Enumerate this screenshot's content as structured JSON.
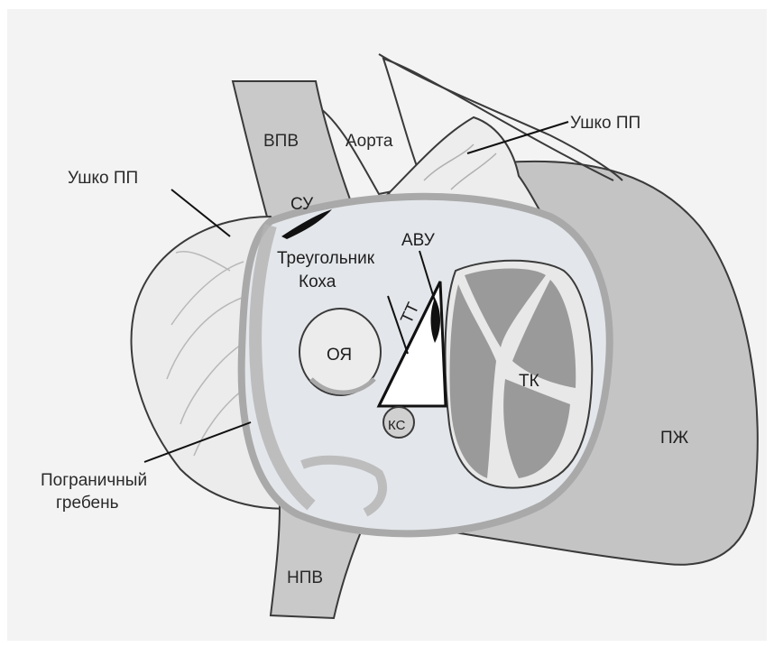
{
  "diagram": {
    "labels": {
      "svc": "ВПВ",
      "aorta": "Аорта",
      "ra_appendage_right": "Ушко ПП",
      "ra_appendage_left": "Ушко ПП",
      "sa_node": "СУ",
      "av_node": "АВУ",
      "koch_triangle_line1": "Треугольник",
      "koch_triangle_line2": "Коха",
      "tendon_todaro": "ТТ",
      "fossa_ovalis": "ОЯ",
      "tricuspid_valve": "ТК",
      "coronary_sinus": "КС",
      "right_ventricle": "ПЖ",
      "crista_line1": "Пограничный",
      "crista_line2": "гребень",
      "ivc": "НПВ"
    },
    "colors": {
      "background": "#f3f3f3",
      "outline": "#3a3a3a",
      "atrium_fill": "#e3e6ea",
      "vein_fill": "#c9c9c9",
      "ventricle_fill": "#c4c4c4",
      "valve_fill": "#9a9a9a",
      "ring": "#a9a9a9",
      "node": "#111111"
    }
  }
}
